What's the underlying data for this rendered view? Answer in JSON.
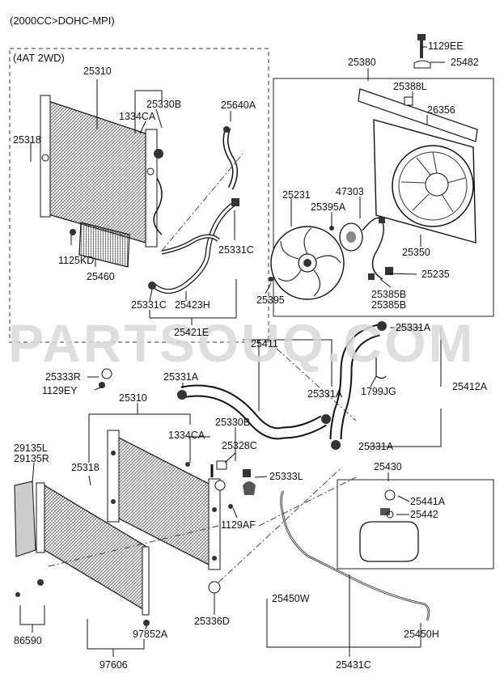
{
  "header": {
    "engine_label": "(2000CC>DOHC-MPI)",
    "variant_label": "(4AT 2WD)"
  },
  "watermark": "PARTSOUQ.COM",
  "part_numbers": {
    "p1129EE": "1129EE",
    "p25482": "25482",
    "p25380": "25380",
    "p25310_top": "25310",
    "p25388L": "25388L",
    "p25640A": "25640A",
    "p25330B_top": "25330B",
    "p26356": "26356",
    "p1334CA_top": "1334CA",
    "p25318_top": "25318",
    "p47303": "47303",
    "p25231": "25231",
    "p25395A": "25395A",
    "p25350": "25350",
    "p25331C_right": "25331C",
    "p1125KD": "1125KD",
    "p25235": "25235",
    "p25460": "25460",
    "p25385B_1": "25385B",
    "p25385B_2": "25385B",
    "p25395": "25395",
    "p25331C_left": "25331C",
    "p25423H": "25423H",
    "p25331A_topright": "25331A",
    "p25421E": "25421E",
    "p25411": "25411",
    "p25333R": "25333R",
    "p25331A_mid": "25331A",
    "p1129EY": "1129EY",
    "p25331A_right": "25331A",
    "p1799JG": "1799JG",
    "p25412A": "25412A",
    "p25310_bottom": "25310",
    "p25330B_bottom": "25330B",
    "p1334CA_bottom": "1334CA",
    "p25328C": "25328C",
    "p29135L": "29135L",
    "p29135R": "29135R",
    "p25331A_lower": "25331A",
    "p25318_bottom": "25318",
    "p25430": "25430",
    "p25333L": "25333L",
    "p25441A": "25441A",
    "p25442": "25442",
    "p1129AF": "1129AF",
    "p25450W": "25450W",
    "p25336D": "25336D",
    "p97852A": "97852A",
    "p86590": "86590",
    "p25450H": "25450H",
    "p97606": "97606",
    "p25431C": "25431C"
  }
}
